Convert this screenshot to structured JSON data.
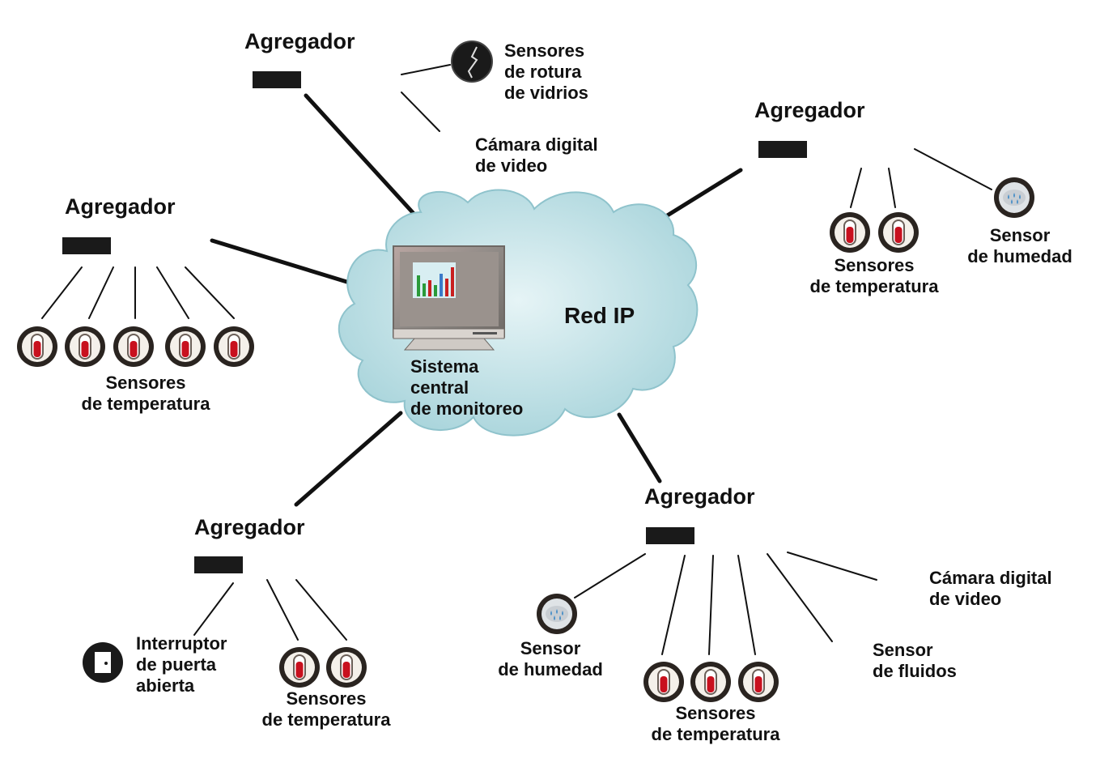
{
  "cloud": {
    "network_label": "Red IP",
    "monitor_label": "Sistema\ncentral\nde monitoreo"
  },
  "aggregator_label": "Agregador",
  "groups": {
    "top": {
      "title": "Agregador",
      "glass_label": "Sensores\nde rotura\nde vidrios",
      "camera_label": "Cámara digital\nde video"
    },
    "left": {
      "title": "Agregador",
      "temp_label": "Sensores\nde temperatura"
    },
    "right": {
      "title": "Agregador",
      "temp_label": "Sensores\nde temperatura",
      "humidity_label": "Sensor\nde humedad"
    },
    "bottom_left": {
      "title": "Agregador",
      "door_label": "Interruptor\nde puerta\nabierta",
      "temp_label": "Sensores\nde temperatura"
    },
    "bottom_right": {
      "title": "Agregador",
      "humidity_label": "Sensor\nde humedad",
      "temp_label": "Sensores\nde temperatura",
      "fluids_label": "Sensor\nde fluidos",
      "camera_label": "Cámara digital\nde video"
    }
  },
  "icons": [
    "thermometer-icon",
    "humidity-drops-icon",
    "broken-glass-icon",
    "door-icon",
    "monitor-icon",
    "cloud-icon"
  ],
  "colors": {
    "cloud": "#b7dde3",
    "cloud_edge": "#8fc3cc",
    "sensor_ring": "#2a2420",
    "thermo_red": "#c8101e",
    "box": "#1a1a1a",
    "line": "#111111",
    "drops": "#4a90c8"
  }
}
